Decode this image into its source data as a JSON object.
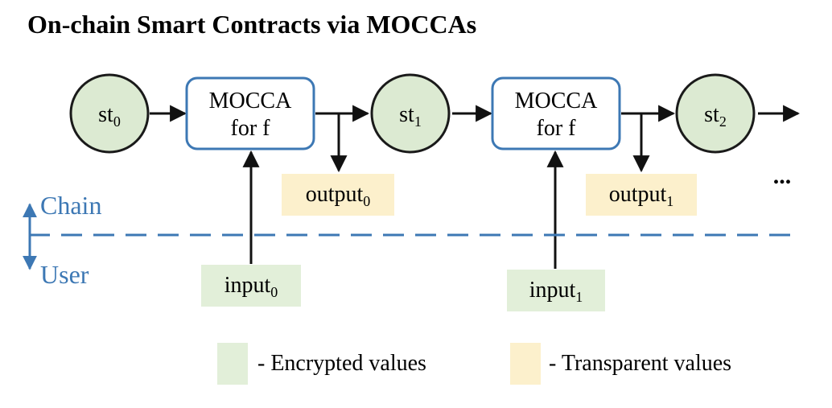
{
  "title": "On-chain Smart Contracts via MOCCAs",
  "colors": {
    "state_fill": "#dcead2",
    "state_stroke": "#1a1a1a",
    "box_stroke": "#3d78b4",
    "encrypted": "#e2efd9",
    "transparent": "#fcf0cc",
    "chain_blue": "#3d78b4",
    "arrow": "#111111"
  },
  "states": [
    {
      "base": "st",
      "sub": "0"
    },
    {
      "base": "st",
      "sub": "1"
    },
    {
      "base": "st",
      "sub": "2"
    }
  ],
  "moccas": [
    {
      "line1": "MOCCA",
      "line2": "for f"
    },
    {
      "line1": "MOCCA",
      "line2": "for f"
    }
  ],
  "outputs": [
    {
      "base": "output",
      "sub": "0"
    },
    {
      "base": "output",
      "sub": "1"
    }
  ],
  "inputs": [
    {
      "base": "input",
      "sub": "0"
    },
    {
      "base": "input",
      "sub": "1"
    }
  ],
  "ellipsis": "...",
  "divider": {
    "upper_label": "Chain",
    "lower_label": "User"
  },
  "legend": [
    {
      "swatch": "encrypted",
      "label": "- Encrypted values"
    },
    {
      "swatch": "transparent",
      "label": "- Transparent values"
    }
  ]
}
